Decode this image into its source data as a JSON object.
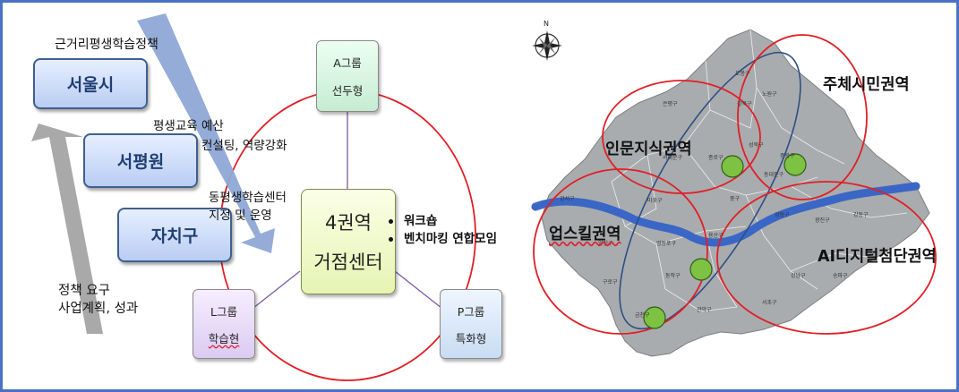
{
  "left": {
    "policy_top": "근거리평생학습정책",
    "levels": [
      "서울시",
      "서평원",
      "자치구"
    ],
    "notes": {
      "budget": "평생교육 예산",
      "consulting": "컨설팅, 역량강화",
      "center_1": "동평생학습센터",
      "center_2": "지정 및 운영",
      "policy_demand": "정책 요구",
      "plan_result": "사업계획, 성과"
    },
    "groups": {
      "a": {
        "name": "A그룹",
        "type": "선두형"
      },
      "l": {
        "name": "L그룹",
        "type": "학습현"
      },
      "p": {
        "name": "P그룹",
        "type": "특화형"
      }
    },
    "center": {
      "line1": "4권역",
      "line2": "거점센터"
    },
    "bullets": [
      "워크숍",
      "벤치마킹 연합모임"
    ]
  },
  "map": {
    "compass_label": "N",
    "regions": [
      "주체시민권역",
      "인문지식권역",
      "업스킬권역",
      "AI디지털첨단권역"
    ],
    "districts": [
      "도봉구",
      "노원구",
      "강북구",
      "은평구",
      "성북구",
      "중랑구",
      "종로구",
      "서대문구",
      "동대문구",
      "마포구",
      "강서구",
      "중구",
      "광진구",
      "강동구",
      "성동구",
      "용산구",
      "양천구",
      "영등포구",
      "동작구",
      "구로구",
      "관악구",
      "서초구",
      "강남구",
      "송파구",
      "금천구"
    ],
    "colors": {
      "region_outline": "#e01f26",
      "route": "#2d4f86",
      "hub": "#7dc242",
      "map_fill": "#a9acae",
      "river": "#3a66c6"
    }
  }
}
